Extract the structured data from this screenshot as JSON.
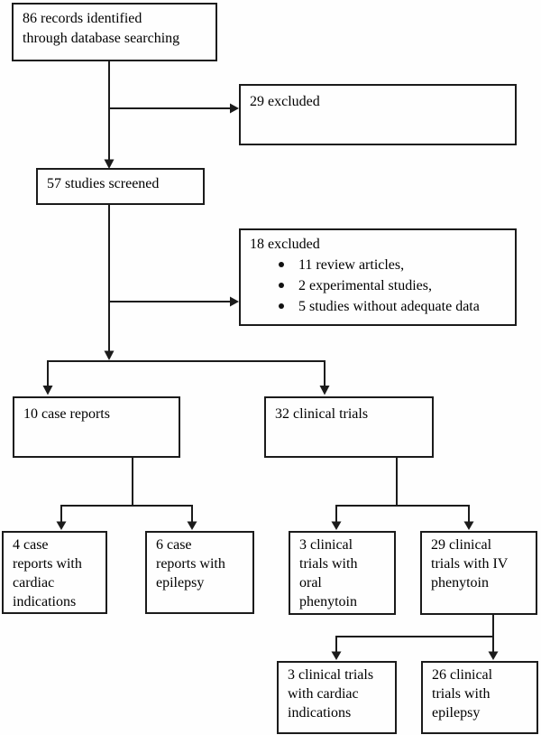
{
  "diagram": {
    "type": "flowchart",
    "colors": {
      "background": "#fefefe",
      "line": "#1b1b1b",
      "text": "#000000"
    },
    "nodes": {
      "records": {
        "lines": [
          "86 records identified",
          "through database searching"
        ]
      },
      "excluded_29": {
        "lines": [
          "29 excluded"
        ]
      },
      "screened": {
        "lines": [
          "57 studies screened"
        ]
      },
      "excluded_18": {
        "heading": "18 excluded",
        "bullets": [
          "11 review articles,",
          "2 experimental studies,",
          "5 studies without adequate data"
        ]
      },
      "case_reports": {
        "lines": [
          "10 case reports"
        ]
      },
      "clinical_trials": {
        "lines": [
          "32 clinical trials"
        ]
      },
      "case_cardiac": {
        "lines": [
          "4 case",
          "reports with",
          "cardiac",
          "indications"
        ]
      },
      "case_epilepsy": {
        "lines": [
          "6 case",
          "reports with",
          "epilepsy"
        ]
      },
      "oral_phenytoin": {
        "lines": [
          "3 clinical",
          "trials with",
          "oral",
          "phenytoin"
        ]
      },
      "iv_phenytoin": {
        "lines": [
          "29 clinical",
          "trials with IV",
          "phenytoin"
        ]
      },
      "trials_cardiac": {
        "lines": [
          "3 clinical trials",
          "with cardiac",
          "indications"
        ]
      },
      "trials_epilepsy": {
        "lines": [
          "26 clinical",
          "trials with",
          "epilepsy"
        ]
      }
    }
  }
}
